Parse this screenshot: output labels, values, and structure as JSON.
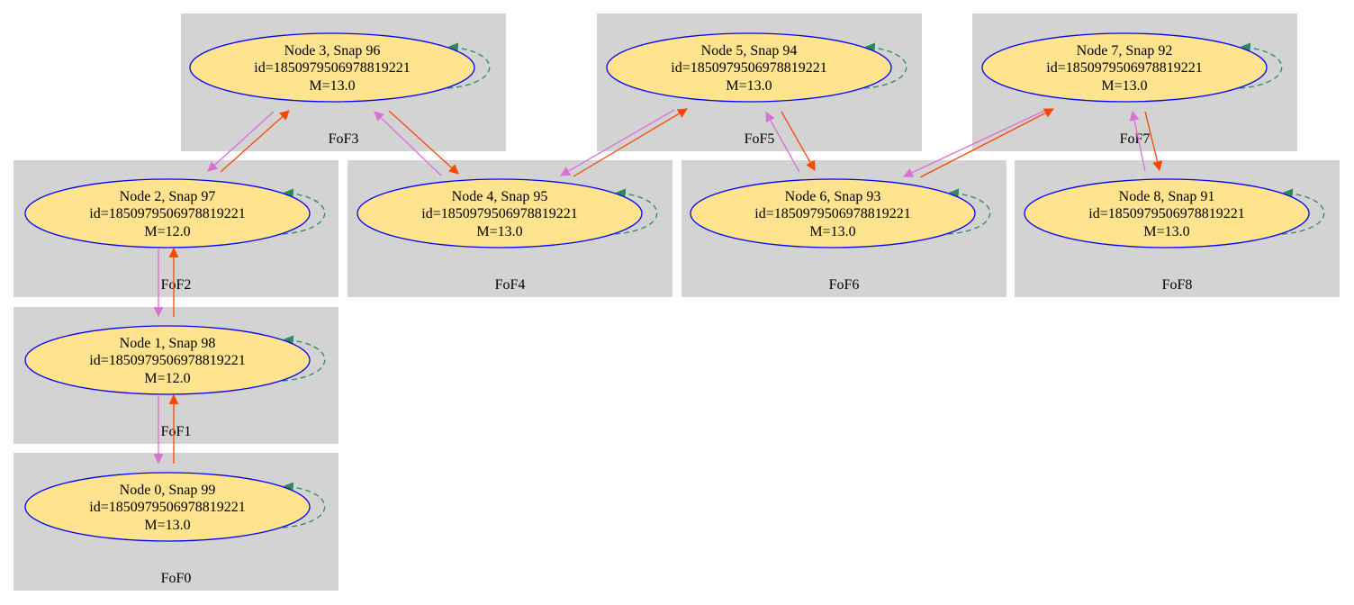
{
  "colors": {
    "cluster_fill": "#d3d3d3",
    "node_fill": "#ffe38e",
    "node_stroke": "#0000ff",
    "edge_forward": "#ff4500",
    "edge_backward": "#da70d6",
    "self_loop": "#2e8b57",
    "text": "#000000"
  },
  "clusters": [
    {
      "id": "c0",
      "label": "FoF0"
    },
    {
      "id": "c1",
      "label": "FoF1"
    },
    {
      "id": "c2",
      "label": "FoF2"
    },
    {
      "id": "c3",
      "label": "FoF3"
    },
    {
      "id": "c4",
      "label": "FoF4"
    },
    {
      "id": "c5",
      "label": "FoF5"
    },
    {
      "id": "c6",
      "label": "FoF6"
    },
    {
      "id": "c7",
      "label": "FoF7"
    },
    {
      "id": "c8",
      "label": "FoF8"
    }
  ],
  "nodes": [
    {
      "id": "n0",
      "title": "Node 0, Snap 99",
      "id_line": "id=1850979506978819221",
      "mass": "M=13.0"
    },
    {
      "id": "n1",
      "title": "Node 1, Snap 98",
      "id_line": "id=1850979506978819221",
      "mass": "M=12.0"
    },
    {
      "id": "n2",
      "title": "Node 2, Snap 97",
      "id_line": "id=1850979506978819221",
      "mass": "M=12.0"
    },
    {
      "id": "n3",
      "title": "Node 3, Snap 96",
      "id_line": "id=1850979506978819221",
      "mass": "M=13.0"
    },
    {
      "id": "n4",
      "title": "Node 4, Snap 95",
      "id_line": "id=1850979506978819221",
      "mass": "M=13.0"
    },
    {
      "id": "n5",
      "title": "Node 5, Snap 94",
      "id_line": "id=1850979506978819221",
      "mass": "M=13.0"
    },
    {
      "id": "n6",
      "title": "Node 6, Snap 93",
      "id_line": "id=1850979506978819221",
      "mass": "M=13.0"
    },
    {
      "id": "n7",
      "title": "Node 7, Snap 92",
      "id_line": "id=1850979506978819221",
      "mass": "M=13.0"
    },
    {
      "id": "n8",
      "title": "Node 8, Snap 91",
      "id_line": "id=1850979506978819221",
      "mass": "M=13.0"
    }
  ]
}
